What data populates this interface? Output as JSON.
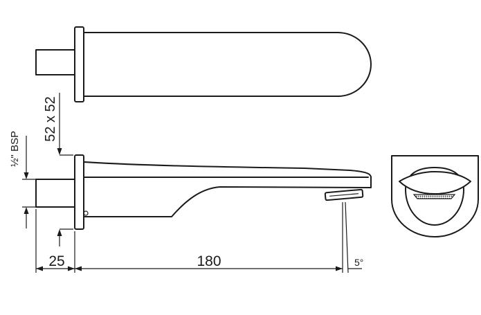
{
  "dimensions": {
    "plate_size": "52 x 52",
    "thread": "½\" BSP",
    "projection_inlet": "25",
    "projection_spout": "180",
    "outlet_angle": "5°"
  },
  "colors": {
    "line": "#1a1a1a",
    "background": "#ffffff"
  }
}
